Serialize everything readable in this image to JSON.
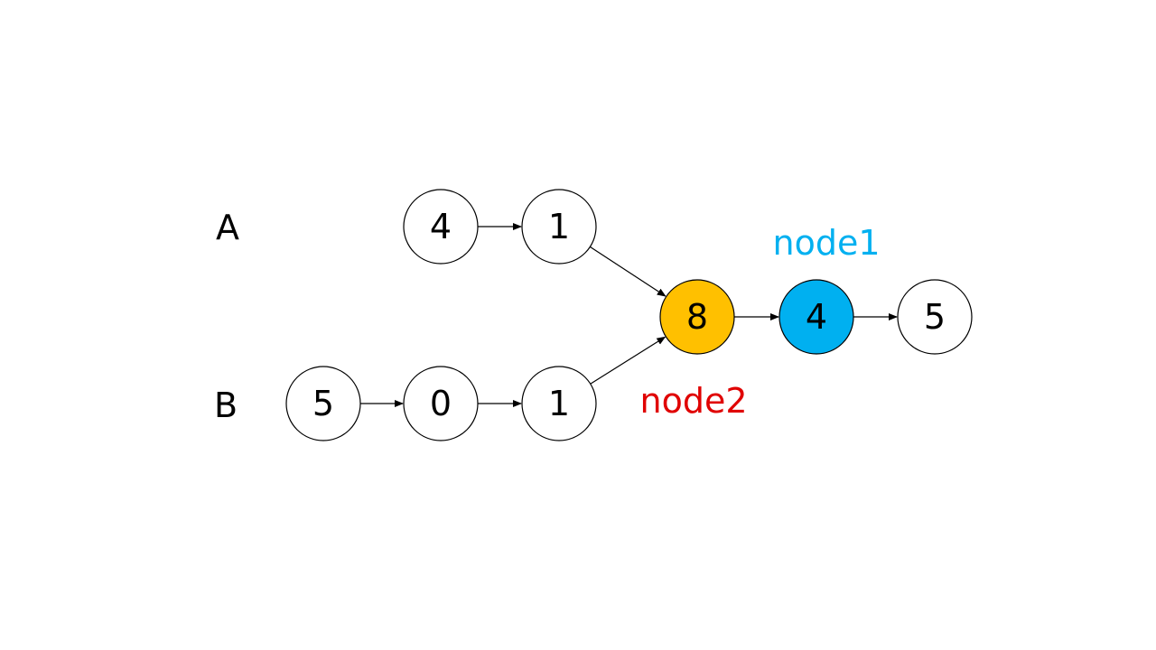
{
  "lists": [
    {
      "id": "A",
      "label": "A"
    },
    {
      "id": "B",
      "label": "B"
    }
  ],
  "nodes": [
    {
      "id": "a1",
      "value": "4",
      "fill": "#ffffff"
    },
    {
      "id": "a2",
      "value": "1",
      "fill": "#ffffff"
    },
    {
      "id": "b1",
      "value": "5",
      "fill": "#ffffff"
    },
    {
      "id": "b2",
      "value": "0",
      "fill": "#ffffff"
    },
    {
      "id": "b3",
      "value": "1",
      "fill": "#ffffff"
    },
    {
      "id": "c1",
      "value": "8",
      "fill": "#ffc000"
    },
    {
      "id": "c2",
      "value": "4",
      "fill": "#00b0f0"
    },
    {
      "id": "c3",
      "value": "5",
      "fill": "#ffffff"
    }
  ],
  "edges": [
    {
      "from": "a1",
      "to": "a2"
    },
    {
      "from": "a2",
      "to": "c1"
    },
    {
      "from": "b1",
      "to": "b2"
    },
    {
      "from": "b2",
      "to": "b3"
    },
    {
      "from": "b3",
      "to": "c1"
    },
    {
      "from": "c1",
      "to": "c2"
    },
    {
      "from": "c2",
      "to": "c3"
    }
  ],
  "pointers": [
    {
      "id": "node1",
      "label": "node1",
      "color": "#00b0f0"
    },
    {
      "id": "node2",
      "label": "node2",
      "color": "#e00000"
    }
  ]
}
